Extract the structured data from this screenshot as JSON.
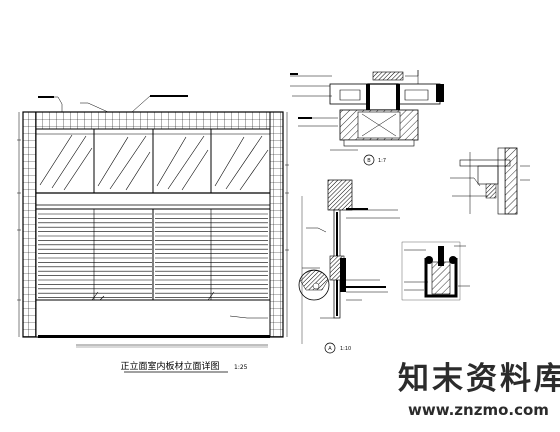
{
  "drawing": {
    "main_title": "正立面室内板材立面详图",
    "main_scale": "1:25",
    "section_b_marker": "B",
    "section_b_scale": "1:7",
    "section_a_marker": "A",
    "section_a_scale": "1:10"
  },
  "watermark": {
    "brand_text": "知末资料库",
    "url": "www.znzmo.com"
  }
}
